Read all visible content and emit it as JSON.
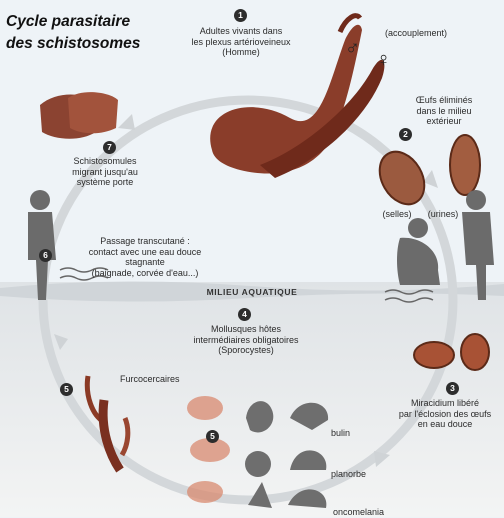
{
  "title": {
    "line1": "Cycle   parasitaire",
    "line2": "des schistosomes"
  },
  "band_label": "MILIEU AQUATIQUE",
  "steps": [
    {
      "num": "1",
      "text": "Adultes vivants dans\nles plexus artérioveineux\n(Homme)"
    },
    {
      "num": "2",
      "text": "Œufs éliminés\ndans le milieu\nextérieur"
    },
    {
      "num": "3",
      "text": "Miracidium libéré\npar l'éclosion des œufs\nen eau douce"
    },
    {
      "num": "4",
      "text": "Mollusques hôtes\nintermédiaires obligatoires\n(Sporocystes)"
    },
    {
      "num": "5",
      "text": "Furcocercaires"
    },
    {
      "num": "5",
      "text": ""
    },
    {
      "num": "6",
      "text": "Passage transcutané :\ncontact avec une eau douce\nstagnante\n(baignade, corvée d'eau...)"
    },
    {
      "num": "7",
      "text": "Schistosomules\nmigrant jusqu'au\nsystème porte"
    }
  ],
  "labels": {
    "mating": "(accouplement)",
    "male_symbol": "♂",
    "female_symbol": "♀",
    "stool": "(selles)",
    "urine": "(urines)",
    "snail1": "bulin",
    "snail2": "planorbe",
    "snail3": "oncomelania"
  }
}
